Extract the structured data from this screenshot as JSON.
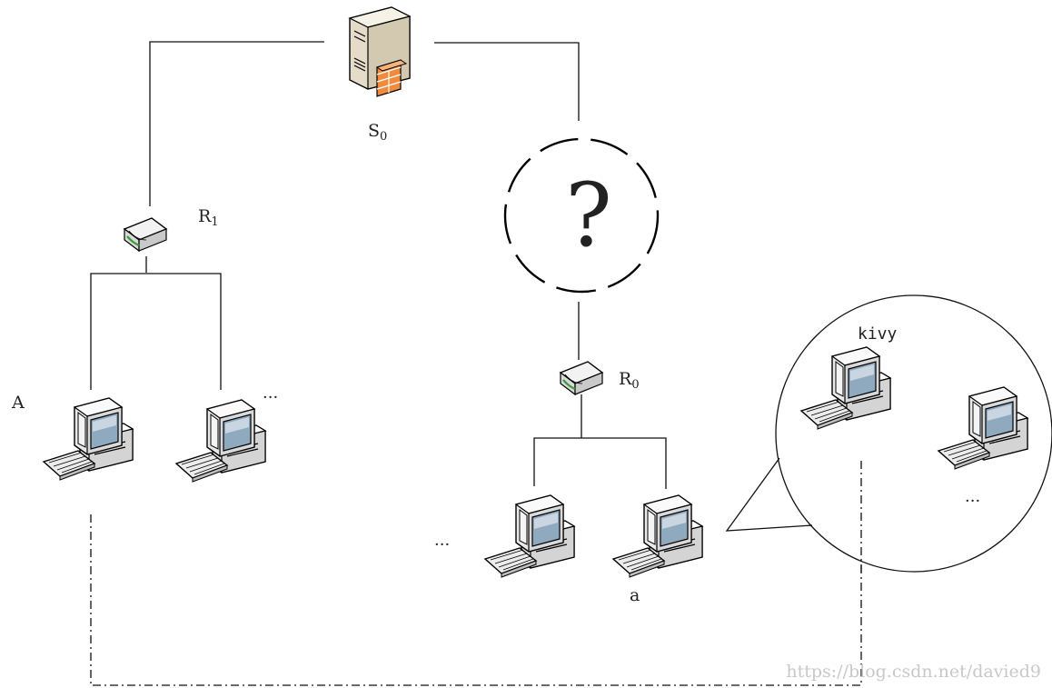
{
  "labels": {
    "server": {
      "main": "S",
      "sub": "0"
    },
    "router1": {
      "main": "R",
      "sub": "1"
    },
    "router0": {
      "main": "R",
      "sub": "0"
    },
    "host_a_upper": "A",
    "host_a_lower": "a",
    "host_kivy": "kivy",
    "cloud_mark": "?",
    "ellipsis_left": "···",
    "ellipsis_mid": "···",
    "ellipsis_zoom": "···"
  },
  "watermark": "https://blog.csdn.net/davied9",
  "icons": [
    "server-icon",
    "router-icon",
    "computer-icon",
    "cloud-unknown-icon",
    "zoom-callout"
  ]
}
